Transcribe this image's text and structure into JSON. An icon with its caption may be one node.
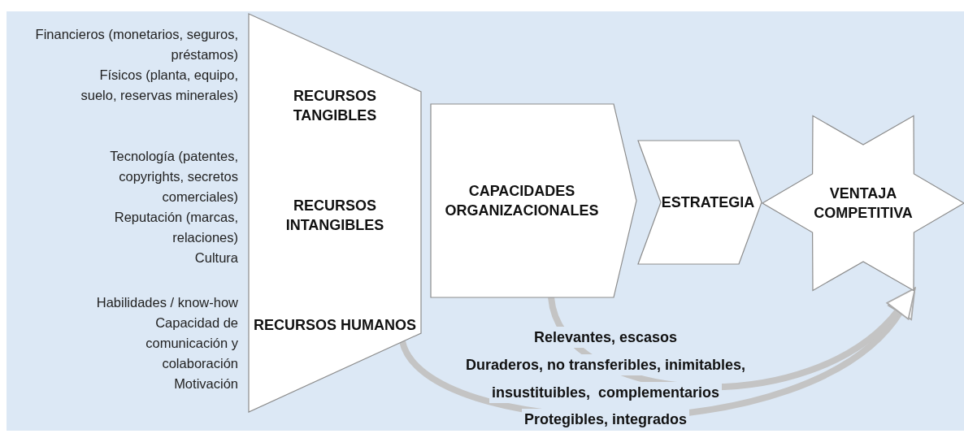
{
  "diagram": {
    "nodes": [
      {
        "text": [
          "RECURSOS TANGIBLES",
          "RECURSOS INTANGIBLES",
          "RECURSOS HUMANOS"
        ],
        "beside": [
          "Financieros (monetarios, seguros, préstamos)",
          "Físicos (planta, equipo, suelo, reservas minerales)",
          "Tecnología (patentes, copyrights, secretos comerciales)",
          "Reputación (marcas, relaciones)",
          "Cultura",
          "Habilidades / know-how",
          "Capacidad de comunicación y colaboración",
          "Motivación"
        ]
      },
      {
        "text": [
          "CAPACIDADES ORGANIZACIONALES"
        ]
      },
      {
        "text": [
          "ESTRATEGIA"
        ]
      },
      {
        "text": [
          "VENTAJA COMPETITIVA"
        ]
      }
    ],
    "edges": [
      {
        "from": 0,
        "to": 3,
        "arrow": "to"
      },
      {
        "from": 1,
        "to": 3,
        "arrow": "to"
      }
    ],
    "labels": [
      "Relevantes, escasos",
      "Duraderos, no transferibles, inimitables,",
      "insustituibles,  complementarios",
      "Protegibles, integrados"
    ]
  }
}
